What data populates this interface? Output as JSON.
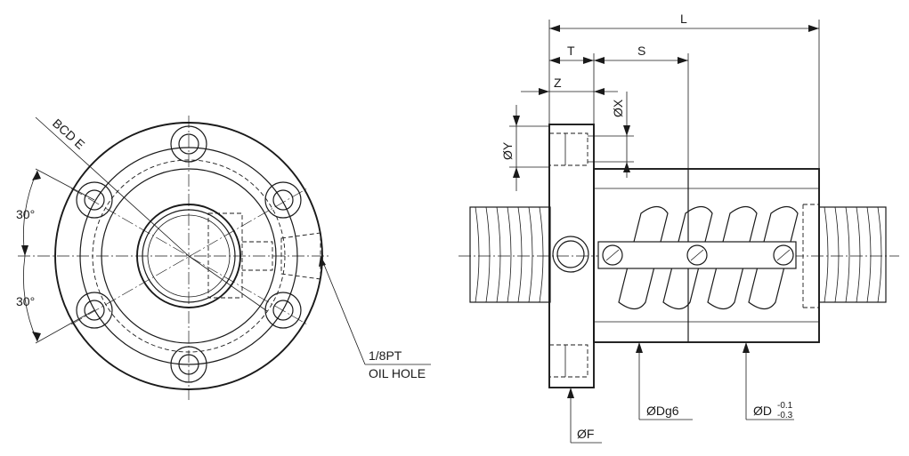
{
  "front_view": {
    "bcd_label": "BCD E",
    "angle_upper": "30°",
    "angle_lower": "30°",
    "oil_hole_size": "1/8PT",
    "oil_hole_label": "OIL HOLE"
  },
  "side_view": {
    "dim_L": "L",
    "dim_T": "T",
    "dim_S": "S",
    "dim_Z": "Z",
    "dim_X": "ØX",
    "dim_Y": "ØY",
    "dim_F": "ØF",
    "dim_Dg6": "ØDg6",
    "dim_D": "ØD",
    "dim_D_tol_upper": "-0.1",
    "dim_D_tol_lower": "-0.3"
  }
}
